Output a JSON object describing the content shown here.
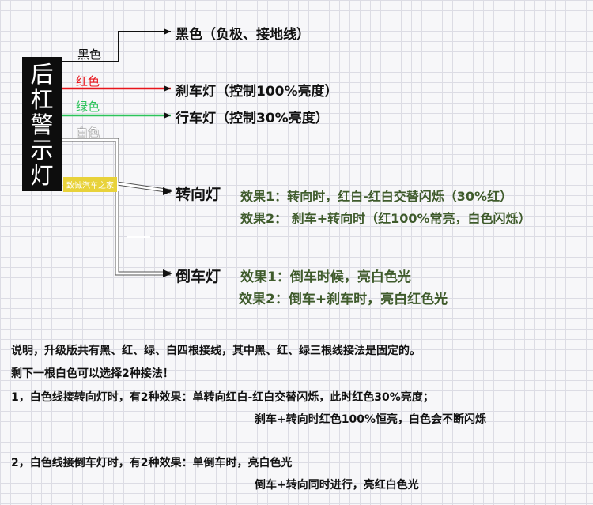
{
  "module_label": "后杠警示灯",
  "watermark": "致诚汽车之家",
  "wires": {
    "black": {
      "label": "黑色",
      "target": "黑色（负极、接地线）",
      "color": "#111111"
    },
    "red": {
      "label": "红色",
      "target": "刹车灯（控制100%亮度）",
      "color": "#e8141b"
    },
    "green": {
      "label": "绿色",
      "target": "行车灯（控制30%亮度）",
      "color": "#2cc45a"
    },
    "white": {
      "label": "白色",
      "color": "#ffffff"
    }
  },
  "turn": {
    "target": "转向灯",
    "effect1": "效果1：转向时，红白-红白交替闪烁（30%红）",
    "effect2": "效果2： 刹车+转向时（红100%常亮，白色闪烁）"
  },
  "reverse": {
    "target": "倒车灯",
    "effect1": "效果1：倒车时候，亮白色光",
    "effect2": "效果2：倒车+刹车时，亮白红色光"
  },
  "notes": {
    "line1": "说明，升级版共有黑、红、绿、白四根接线，其中黑、红、绿三根线接法是固定的。",
    "line2": "剩下一根白色可以选择2种接法！",
    "line3": "1，白色线接转向灯时，有2种效果：单转向红白-红白交替闪烁，此时红色30%亮度；",
    "line4": "刹车+转向时红色100%恒亮，白色会不断闪烁",
    "line5": "2，白色线接倒车灯时，有2种效果：单倒车时，亮白色光",
    "line6": "倒车+转向同时进行，亮红白色光"
  }
}
